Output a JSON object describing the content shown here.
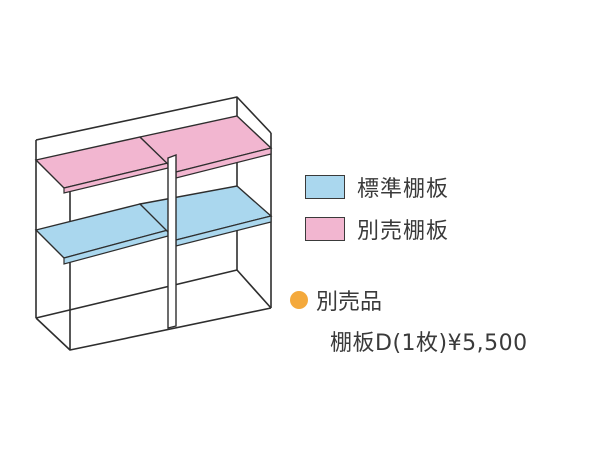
{
  "colors": {
    "standard_shelf": "#aad7ee",
    "optional_shelf": "#f2b6d0",
    "option_bullet": "#f4a93c",
    "line": "#2e2e2e"
  },
  "legend": {
    "standard_label": "標準棚板",
    "optional_label": "別売棚板"
  },
  "option": {
    "bullet_icon": "orange-circle",
    "heading": "別売品",
    "detail": "棚板D(1枚)¥5,500"
  }
}
